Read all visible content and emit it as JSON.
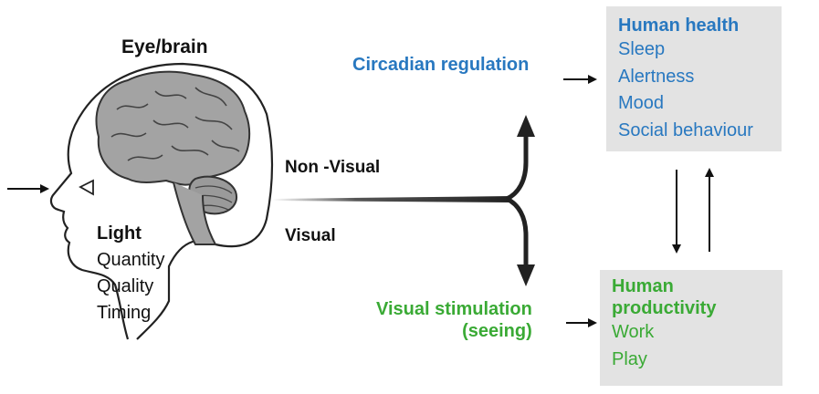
{
  "eye_brain": {
    "title": "Eye/brain",
    "light": {
      "heading": "Light",
      "items": [
        "Quantity",
        "Quality",
        "Timing"
      ]
    }
  },
  "pathways": {
    "non_visual": "Non -Visual",
    "visual": "Visual"
  },
  "circadian": {
    "label": "Circadian regulation"
  },
  "visual_stimulation": {
    "line1": "Visual stimulation",
    "line2": "(seeing)"
  },
  "human_health": {
    "heading": "Human health",
    "items": [
      "Sleep",
      "Alertness",
      "Mood",
      "Social behaviour"
    ]
  },
  "human_productivity": {
    "heading_line1": "Human",
    "heading_line2": "productivity",
    "items": [
      "Work",
      "Play"
    ]
  },
  "colors": {
    "health_blue": "#2878c0",
    "productivity_green": "#3aaa35",
    "box_gray": "#e3e3e3",
    "brain_gray": "#9a9a9a"
  }
}
